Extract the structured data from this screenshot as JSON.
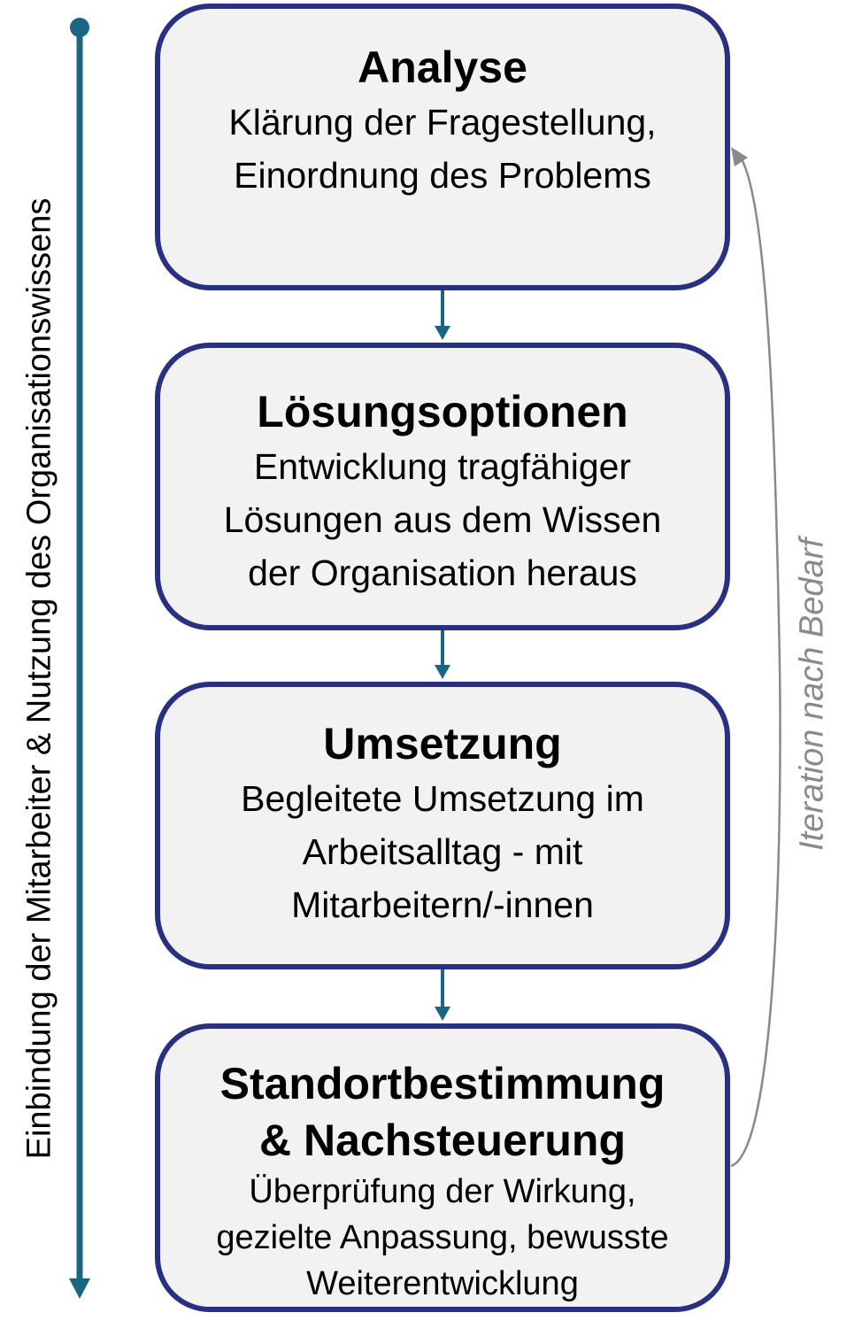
{
  "side_label": "Einbindung der Mitarbeiter & Nutzung des Organisationswissens",
  "iteration_label": "Iteration nach Bedarf",
  "colors": {
    "box_border": "#283082",
    "box_fill": "#f2f2f2",
    "flow_arrow": "#1b6482",
    "iteration_arrow": "#8a8a8a"
  },
  "steps": [
    {
      "title": "Analyse",
      "lines": [
        "Klärung der Fragestellung,",
        "Einordnung des Problems"
      ]
    },
    {
      "title": "Lösungsoptionen",
      "lines": [
        "Entwicklung tragfähiger",
        "Lösungen aus dem Wissen",
        "der Organisation heraus"
      ]
    },
    {
      "title": "Umsetzung",
      "lines": [
        "Begleitete Umsetzung im",
        "Arbeitsalltag - mit",
        "Mitarbeitern/-innen"
      ]
    },
    {
      "title": "Standortbestimmung",
      "title2": "& Nachsteuerung",
      "lines": [
        "Überprüfung der Wirkung,",
        "gezielte Anpassung, bewusste",
        "Weiterentwicklung"
      ]
    }
  ]
}
